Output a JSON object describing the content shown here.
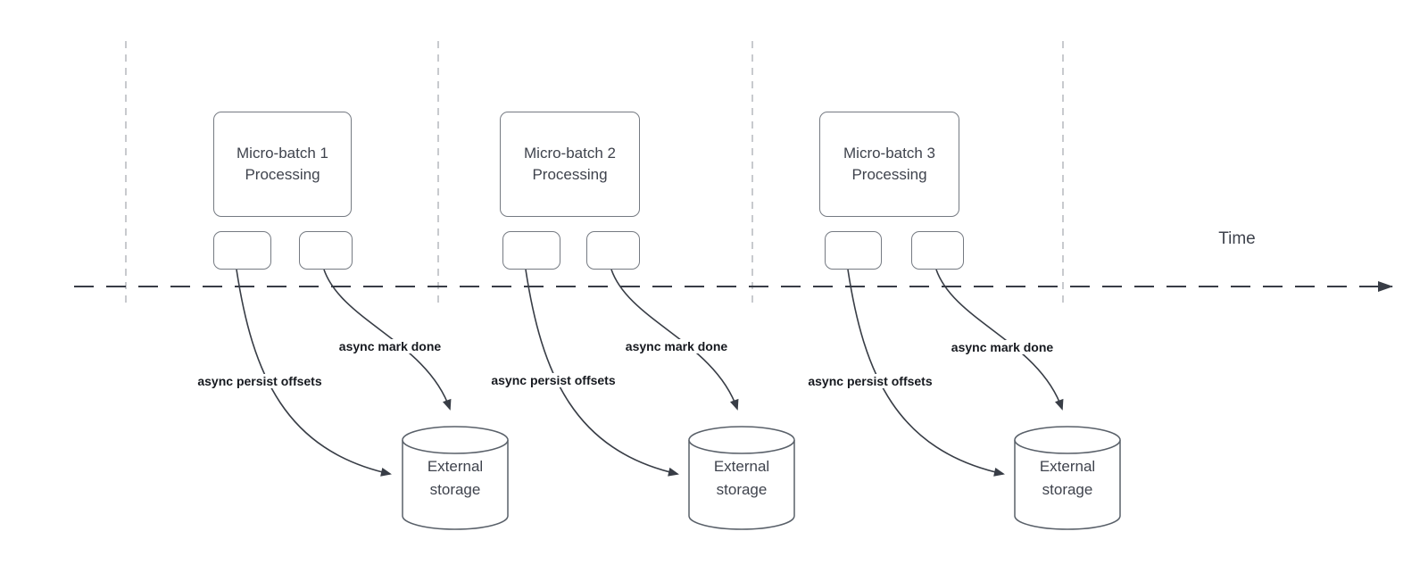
{
  "diagram": {
    "timeline_label": "Time",
    "columns": [
      {
        "title": "Micro-batch 1 Processing",
        "persist_label": "async persist offsets",
        "done_label": "async mark done",
        "storage_label": "External storage"
      },
      {
        "title": "Micro-batch 2 Processing",
        "persist_label": "async persist offsets",
        "done_label": "async mark done",
        "storage_label": "External storage"
      },
      {
        "title": "Micro-batch 3 Processing",
        "persist_label": "async persist offsets",
        "done_label": "async mark done",
        "storage_label": "External storage"
      }
    ],
    "colors": {
      "arrow_stroke": "#383d46",
      "box_border": "#757a82",
      "cylinder_border": "#596069",
      "guide_dashed": "#b6b9bd",
      "label_text": "#16191f",
      "body_text": "#3f434d"
    }
  }
}
